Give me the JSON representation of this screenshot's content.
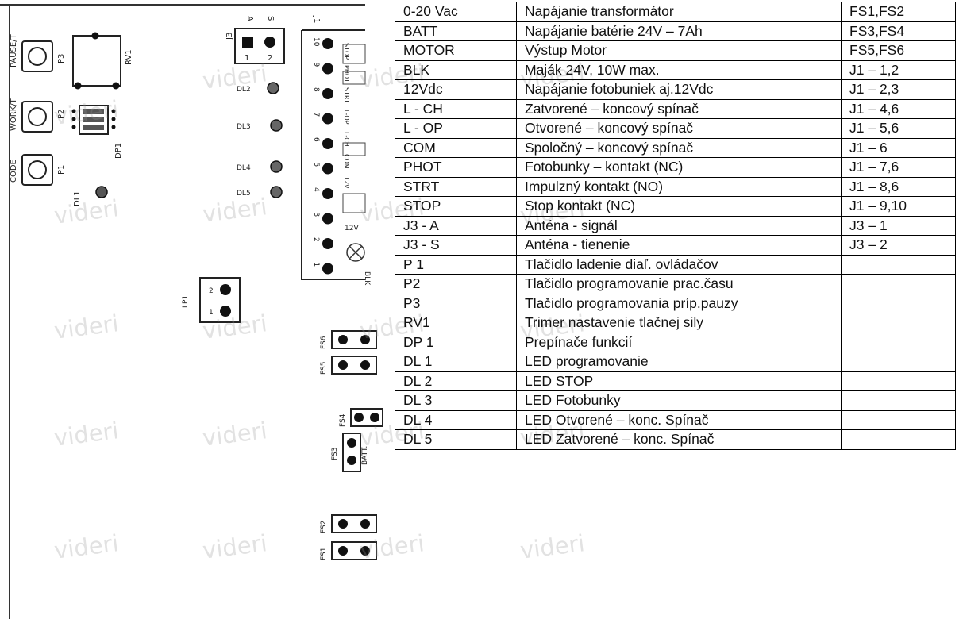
{
  "board": {
    "buttons": [
      {
        "ref": "P3",
        "label": "PAUSE/T"
      },
      {
        "ref": "P2",
        "label": "WORK/T"
      },
      {
        "ref": "P1",
        "label": "CODE"
      }
    ],
    "refs": {
      "rv1": "RV1",
      "dp1": "DP1",
      "dl1": "DL1",
      "dl2": "DL2",
      "dl3": "DL3",
      "dl4": "DL4",
      "dl5": "DL5",
      "j3": "J3",
      "j3_a": "A",
      "j3_s": "S",
      "j3_p1": "1",
      "j3_p2": "2",
      "j1": "J1",
      "lp1": "LP1",
      "lp1_p1": "1",
      "lp1_p2": "2",
      "fs6": "FS6",
      "fs5": "FS5",
      "fs4": "FS4",
      "fs3": "FS3",
      "fs2": "FS2",
      "fs1": "FS1",
      "batt": "BATT.",
      "v12": "12V",
      "blk": "BLK"
    },
    "j1_pins": [
      "10",
      "9",
      "8",
      "7",
      "6",
      "5",
      "4",
      "3",
      "2",
      "1"
    ],
    "j1_side_labels": [
      "STOP",
      "PHOT",
      "STRT",
      "L-OP",
      "L-CH",
      "COM",
      "12V"
    ]
  },
  "table": {
    "rows": [
      [
        "0-20 Vac",
        "Napájanie transformátor",
        "FS1,FS2"
      ],
      [
        "BATT",
        "Napájanie batérie 24V – 7Ah",
        "FS3,FS4"
      ],
      [
        "MOTOR",
        "Výstup Motor",
        "FS5,FS6"
      ],
      [
        "BLK",
        "Maják 24V, 10W max.",
        "J1 – 1,2"
      ],
      [
        "12Vdc",
        "Napájanie fotobuniek aj.12Vdc",
        "J1 – 2,3"
      ],
      [
        "L - CH",
        "Zatvorené – koncový spínač",
        "J1 – 4,6"
      ],
      [
        "L - OP",
        "Otvorené – koncový spínač",
        "J1 – 5,6"
      ],
      [
        "COM",
        "Spoločný – koncový spínač",
        "J1 – 6"
      ],
      [
        "PHOT",
        "Fotobunky – kontakt (NC)",
        "J1 – 7,6"
      ],
      [
        "STRT",
        "Impulzný kontakt (NO)",
        "J1 – 8,6"
      ],
      [
        "STOP",
        "Stop kontakt (NC)",
        "J1 – 9,10"
      ],
      [
        "J3 - A",
        "Anténa - signál",
        "J3 – 1"
      ],
      [
        "J3 - S",
        "Anténa - tienenie",
        "J3 – 2"
      ],
      [
        "P 1",
        "Tlačidlo ladenie diaľ. ovládačov",
        ""
      ],
      [
        "P2",
        "Tlačidlo programovanie prac.času",
        ""
      ],
      [
        "P3",
        "Tlačidlo programovania príp.pauzy",
        ""
      ],
      [
        "RV1",
        "Trimer nastavenie tlačnej sily",
        ""
      ],
      [
        "DP 1",
        "Prepínače funkcií",
        ""
      ],
      [
        "DL 1",
        "LED programovanie",
        ""
      ],
      [
        "DL 2",
        "LED STOP",
        ""
      ],
      [
        "DL 3",
        "LED Fotobunky",
        ""
      ],
      [
        "DL 4",
        "LED Otvorené – konc. Spínač",
        ""
      ],
      [
        "DL 5",
        "LED Zatvorené – konc. Spínač",
        ""
      ]
    ]
  },
  "watermark": "videri"
}
